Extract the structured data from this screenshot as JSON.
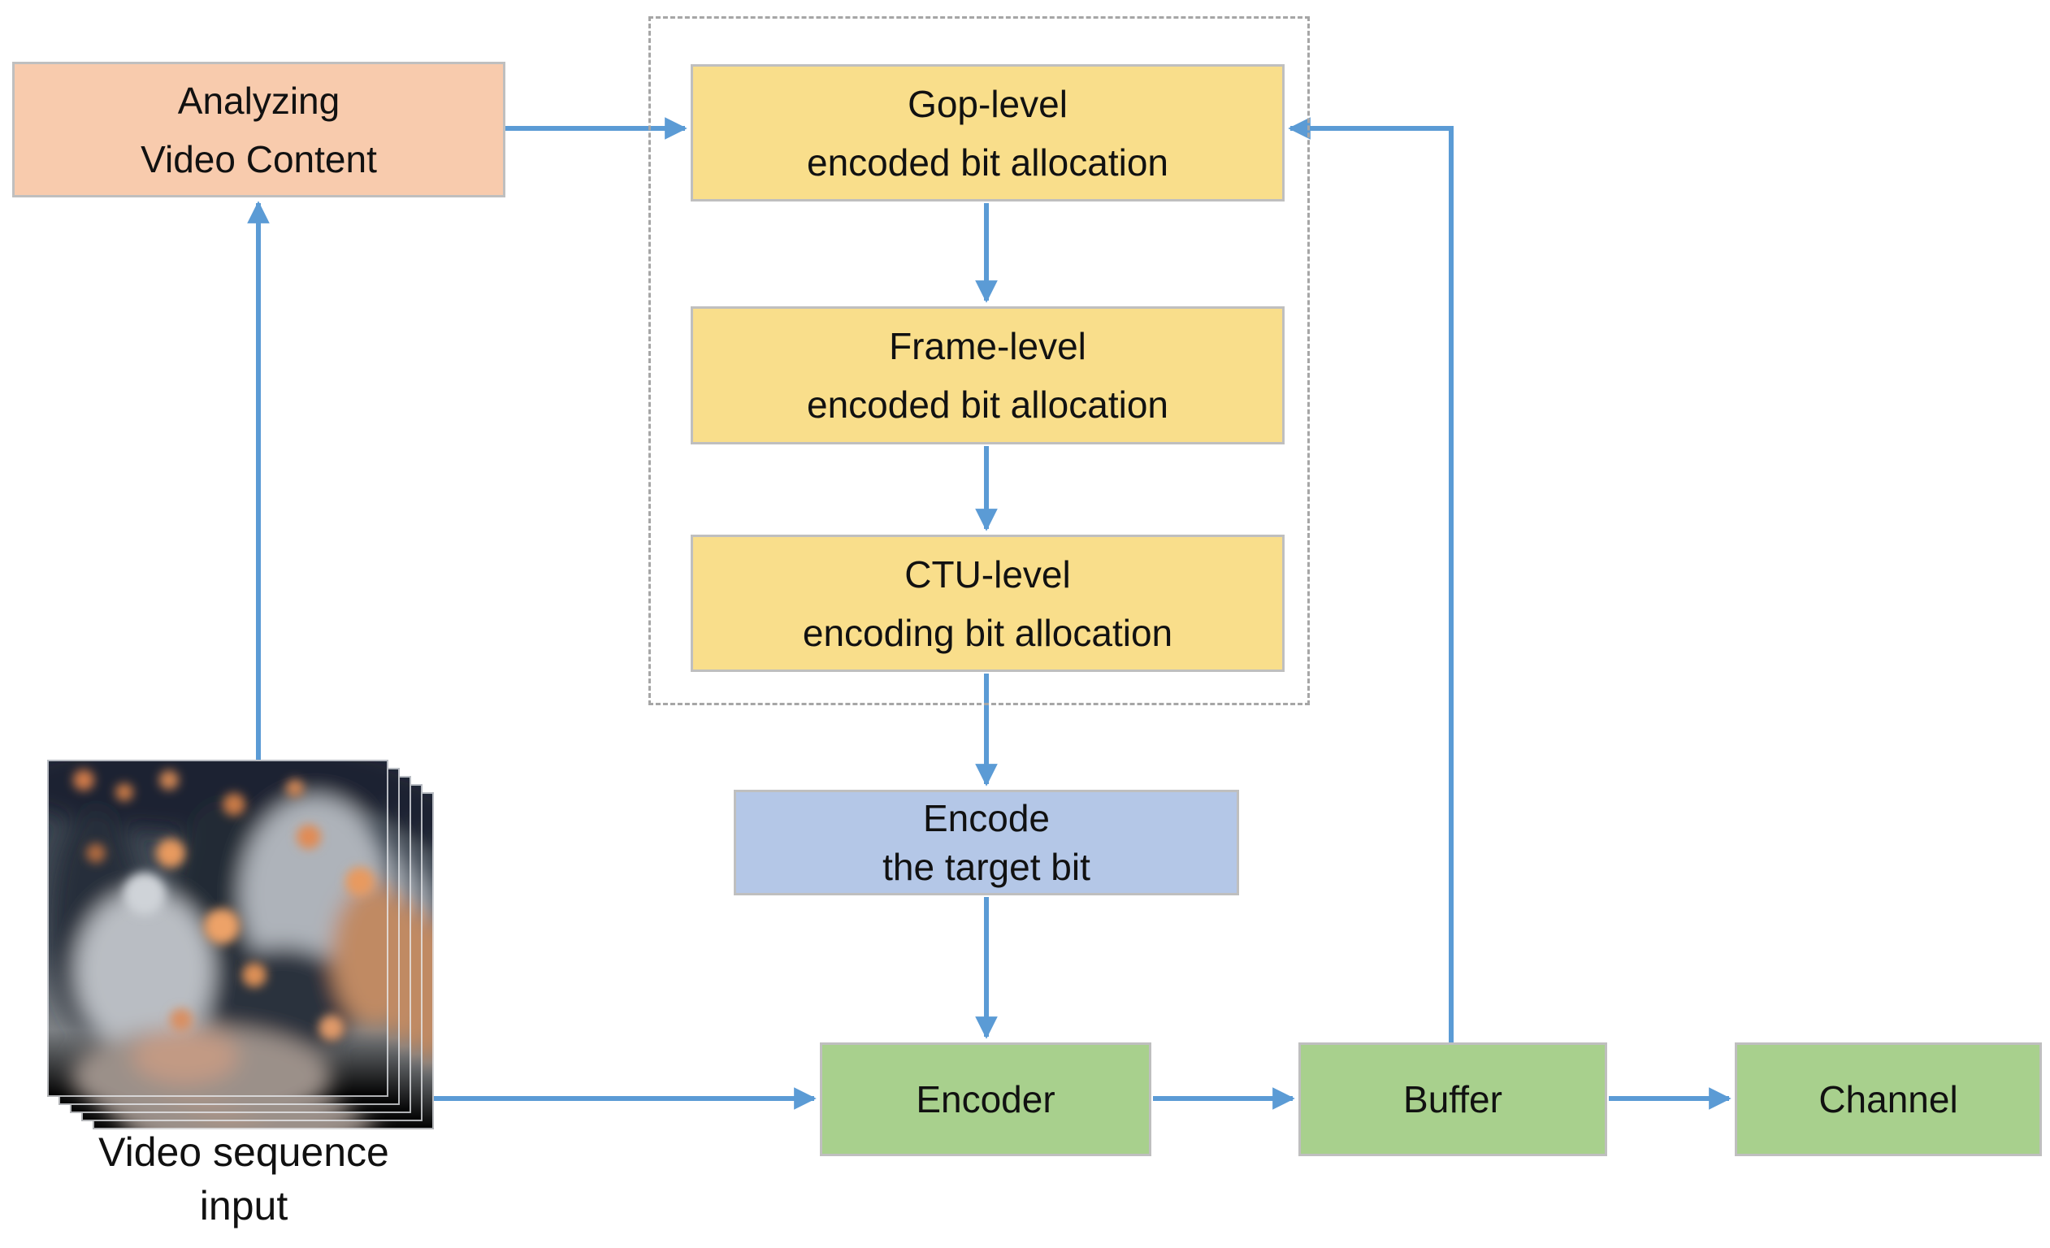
{
  "boxes": {
    "analyzing": {
      "line1": "Analyzing",
      "line2": "Video Content",
      "fill": "#F8CBAD"
    },
    "gop": {
      "line1": "Gop-level",
      "line2": "encoded bit allocation",
      "fill": "#F9DE8B"
    },
    "frame": {
      "line1": "Frame-level",
      "line2": "encoded bit allocation",
      "fill": "#F9DE8B"
    },
    "ctu": {
      "line1": "CTU-level",
      "line2": "encoding bit allocation",
      "fill": "#F9DE8B"
    },
    "encode": {
      "line1": "Encode",
      "line2": "the target bit",
      "fill": "#B4C7E7"
    },
    "encoder": {
      "label": "Encoder",
      "fill": "#A8D08D"
    },
    "buffer": {
      "label": "Buffer",
      "fill": "#A8D08D"
    },
    "channel": {
      "label": "Channel",
      "fill": "#A8D08D"
    }
  },
  "caption": {
    "line1": "Video sequence",
    "line2": "input"
  },
  "colors": {
    "arrow": "#5B9BD5",
    "box_border": "#BFBFBF",
    "dashed_border": "#A6A6A6",
    "background": "#FFFFFF",
    "analyzing_fill": "#F8CBAD",
    "allocation_fill": "#F9DE8B",
    "encode_fill": "#B4C7E7",
    "pipeline_fill": "#A8D08D"
  }
}
